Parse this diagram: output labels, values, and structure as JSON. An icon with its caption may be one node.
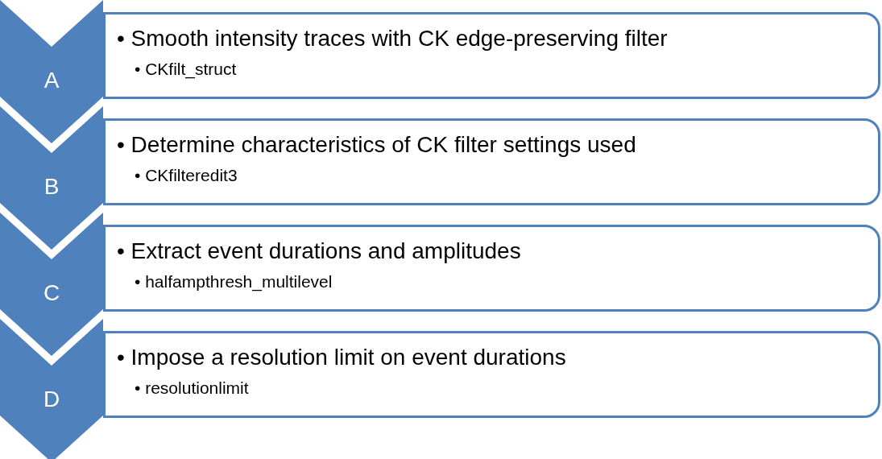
{
  "diagram": {
    "nodes": [
      {
        "text": [
          "A"
        ]
      },
      {
        "text": [
          "• Smooth intensity traces with CK edge-preserving filter",
          "• CKfilt_struct"
        ]
      },
      {
        "text": [
          "B"
        ]
      },
      {
        "text": [
          "• Determine characteristics of CK filter settings used",
          "• CKfilteredit3"
        ]
      },
      {
        "text": [
          "C"
        ]
      },
      {
        "text": [
          "• Extract event durations and amplitudes",
          "• halfampthresh_multilevel"
        ]
      },
      {
        "text": [
          "D"
        ]
      },
      {
        "text": [
          "• Impose a resolution limit on event durations",
          "• resolutionlimit"
        ]
      }
    ]
  }
}
